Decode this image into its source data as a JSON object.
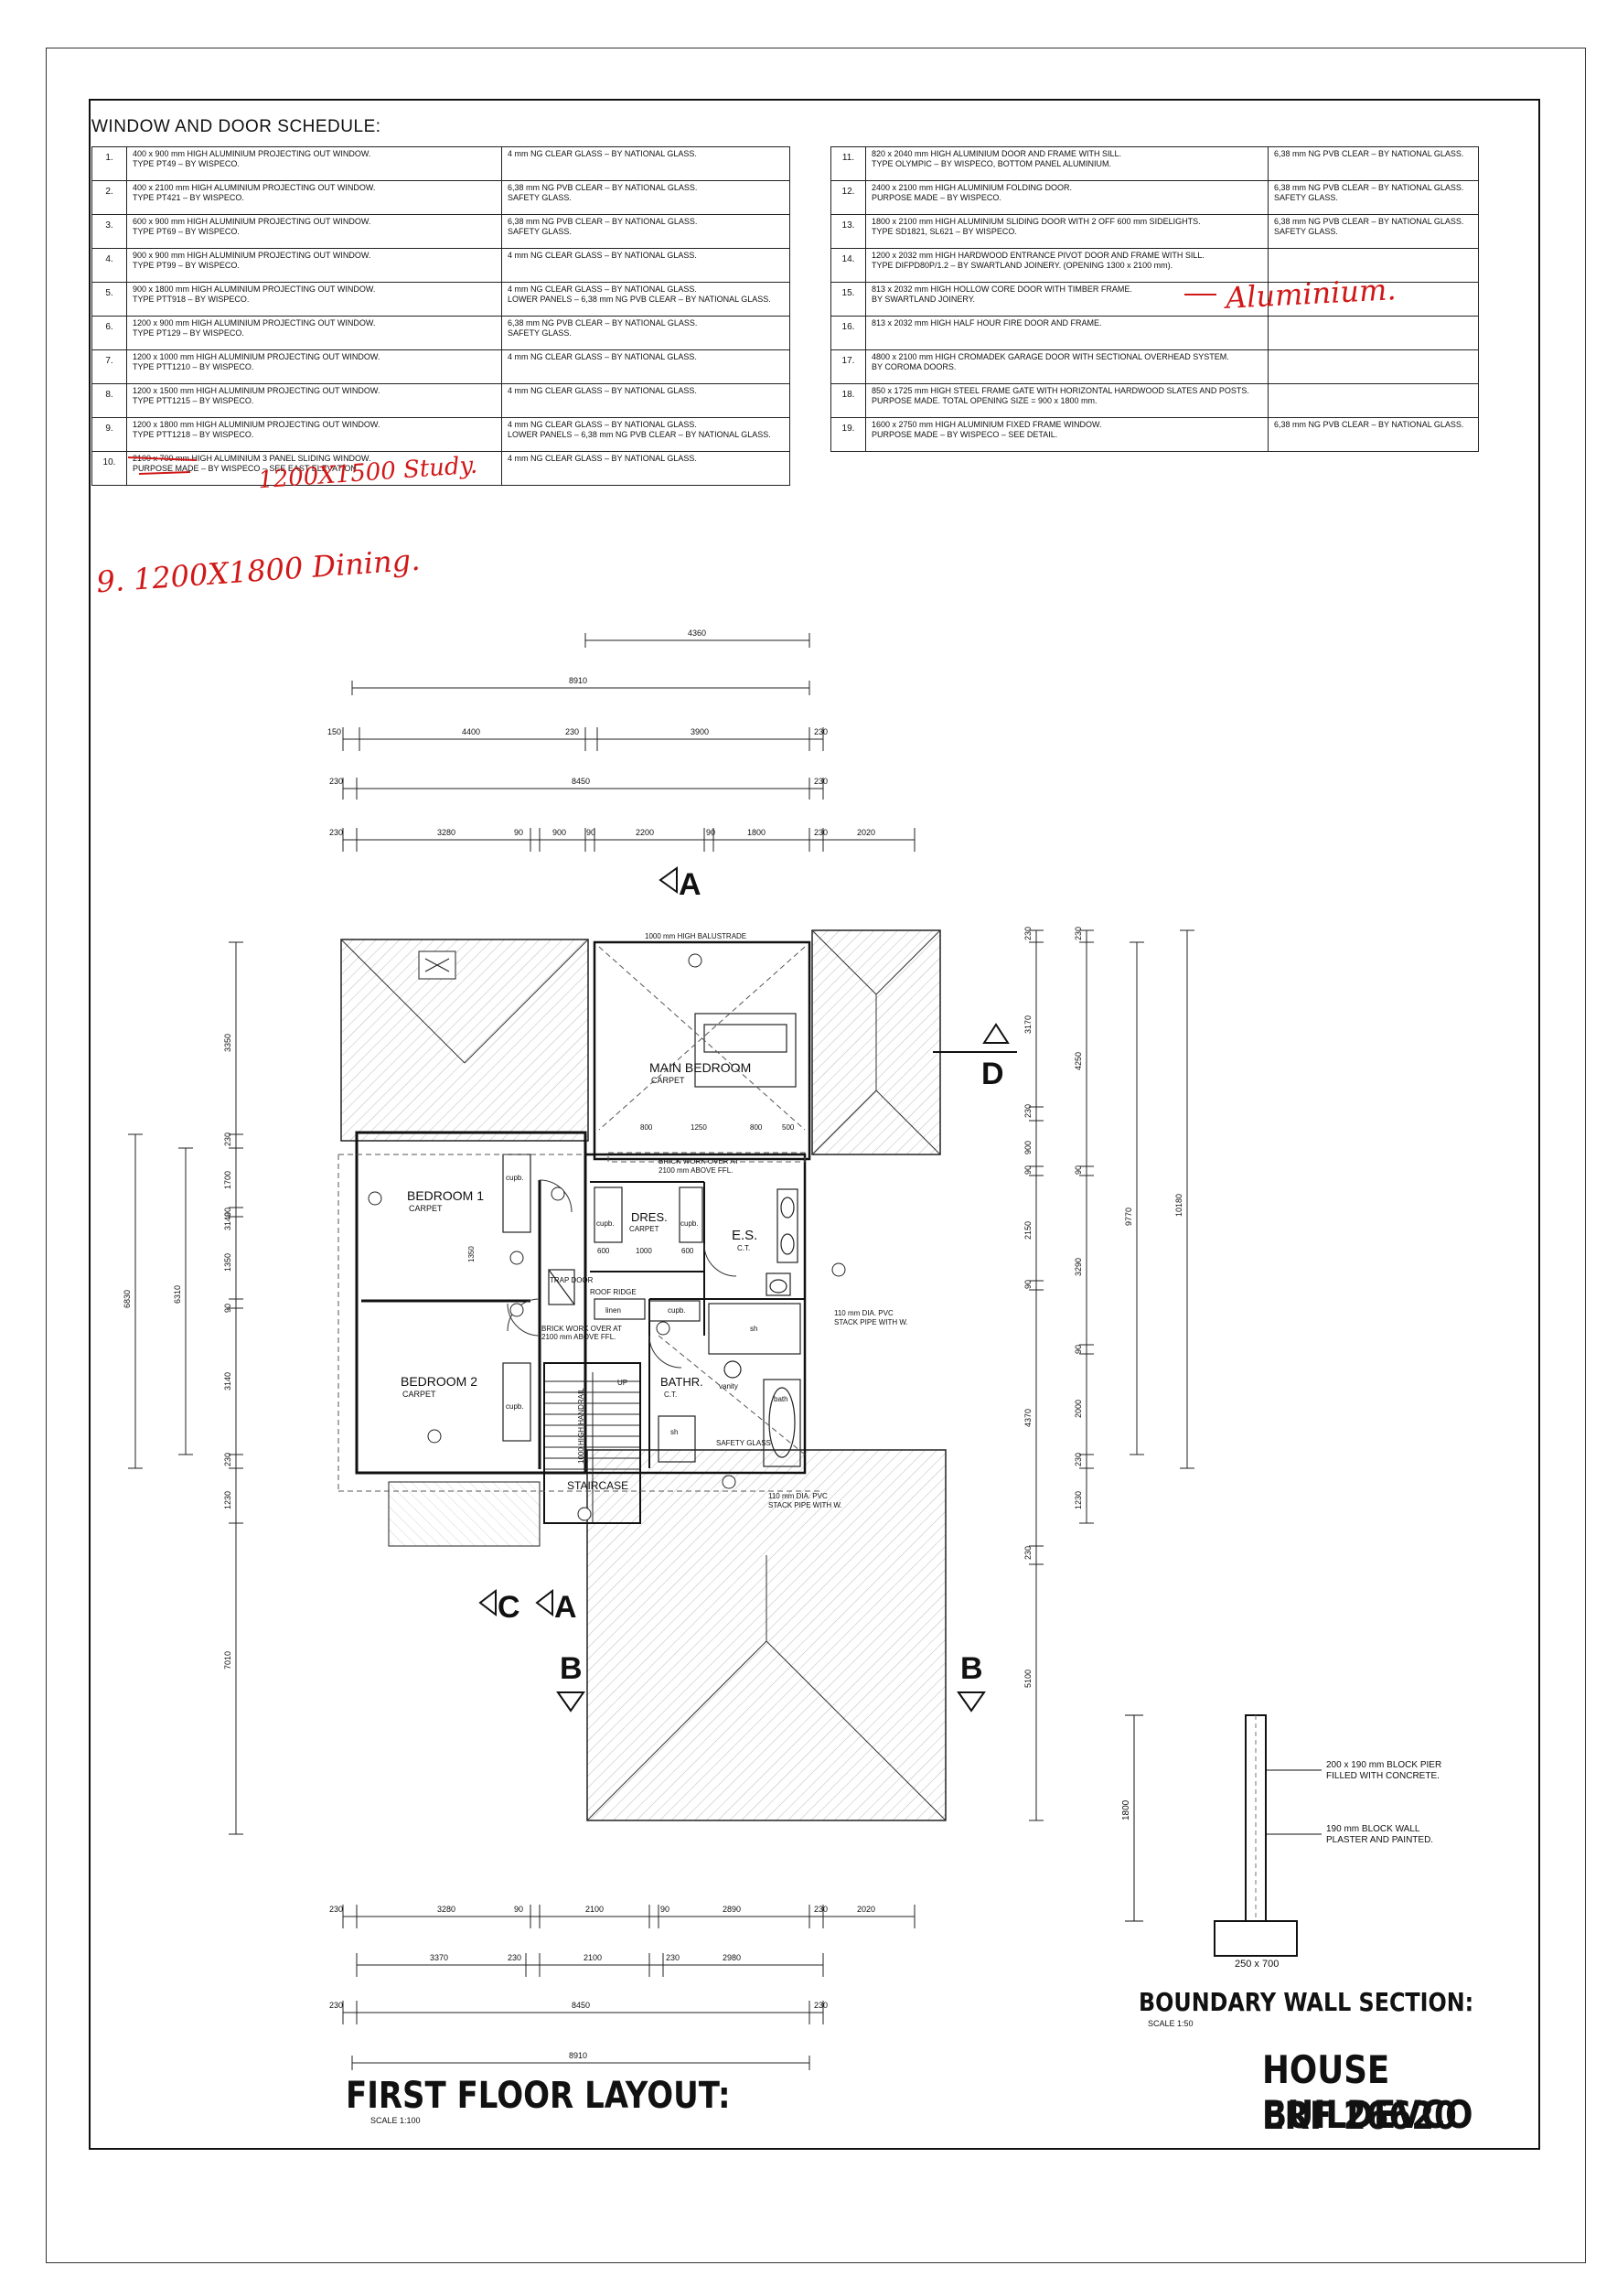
{
  "schedule": {
    "title": "WINDOW AND DOOR SCHEDULE:",
    "left": [
      {
        "num": "1.",
        "desc": "400 x 900 mm HIGH ALUMINIUM PROJECTING OUT WINDOW.",
        "desc2": "TYPE PT49 – BY WISPECO.",
        "glass": "4 mm NG CLEAR GLASS – BY NATIONAL GLASS.",
        "glass2": ""
      },
      {
        "num": "2.",
        "desc": "400 x 2100 mm HIGH ALUMINIUM PROJECTING OUT WINDOW.",
        "desc2": "TYPE PT421 – BY WISPECO.",
        "glass": "6,38 mm NG PVB CLEAR – BY NATIONAL GLASS.",
        "glass2": "SAFETY GLASS."
      },
      {
        "num": "3.",
        "desc": "600 x 900 mm HIGH ALUMINIUM PROJECTING OUT WINDOW.",
        "desc2": "TYPE PT69 – BY WISPECO.",
        "glass": "6,38 mm NG PVB CLEAR – BY NATIONAL GLASS.",
        "glass2": "SAFETY GLASS."
      },
      {
        "num": "4.",
        "desc": "900 x 900 mm HIGH ALUMINIUM PROJECTING OUT WINDOW.",
        "desc2": "TYPE PT99 – BY WISPECO.",
        "glass": "4 mm NG CLEAR GLASS – BY NATIONAL GLASS.",
        "glass2": ""
      },
      {
        "num": "5.",
        "desc": "900 x 1800 mm HIGH ALUMINIUM PROJECTING OUT WINDOW.",
        "desc2": "TYPE PTT918 – BY WISPECO.",
        "glass": "4 mm NG CLEAR GLASS – BY NATIONAL GLASS.",
        "glass2": "LOWER PANELS – 6,38 mm NG PVB CLEAR – BY NATIONAL GLASS."
      },
      {
        "num": "6.",
        "desc": "1200 x 900 mm HIGH ALUMINIUM PROJECTING OUT WINDOW.",
        "desc2": "TYPE PT129 – BY WISPECO.",
        "glass": "6,38 mm NG PVB CLEAR – BY NATIONAL GLASS.",
        "glass2": "SAFETY GLASS."
      },
      {
        "num": "7.",
        "desc": "1200 x 1000 mm HIGH ALUMINIUM PROJECTING OUT WINDOW.",
        "desc2": "TYPE PTT1210 – BY WISPECO.",
        "glass": "4 mm NG CLEAR GLASS – BY NATIONAL GLASS.",
        "glass2": ""
      },
      {
        "num": "8.",
        "desc": "1200 x 1500 mm HIGH ALUMINIUM PROJECTING OUT WINDOW.",
        "desc2": "TYPE PTT1215 – BY WISPECO.",
        "glass": "4 mm NG CLEAR GLASS – BY NATIONAL GLASS.",
        "glass2": ""
      },
      {
        "num": "9.",
        "desc": "1200 x 1800 mm HIGH ALUMINIUM PROJECTING OUT WINDOW.",
        "desc2": "TYPE PTT1218 – BY WISPECO.",
        "glass": "4 mm NG CLEAR GLASS – BY NATIONAL GLASS.",
        "glass2": "LOWER PANELS – 6,38 mm NG PVB CLEAR – BY NATIONAL GLASS."
      },
      {
        "num": "10.",
        "desc": "2100 x 700 mm HIGH ALUMINIUM 3 PANEL SLIDING WINDOW.",
        "desc2": "PURPOSE MADE – BY WISPECO – SEE EAST ELEVATION.",
        "glass": "4 mm NG CLEAR GLASS – BY NATIONAL GLASS.",
        "glass2": ""
      }
    ],
    "right": [
      {
        "num": "11.",
        "desc": "820 x 2040 mm HIGH ALUMINIUM DOOR AND FRAME WITH SILL.",
        "desc2": "TYPE OLYMPIC – BY WISPECO, BOTTOM PANEL ALUMINIUM.",
        "glass": "6,38 mm NG PVB CLEAR – BY NATIONAL GLASS.",
        "glass2": ""
      },
      {
        "num": "12.",
        "desc": "2400 x 2100 mm HIGH ALUMINIUM FOLDING DOOR.",
        "desc2": "PURPOSE MADE – BY WISPECO.",
        "glass": "6,38 mm NG PVB CLEAR – BY NATIONAL GLASS.",
        "glass2": "SAFETY GLASS."
      },
      {
        "num": "13.",
        "desc": "1800 x 2100 mm HIGH ALUMINIUM SLIDING DOOR WITH 2 OFF 600 mm SIDELIGHTS.",
        "desc2": "TYPE SD1821, SL621 – BY WISPECO.",
        "glass": "6,38 mm NG PVB CLEAR – BY NATIONAL GLASS.",
        "glass2": "SAFETY GLASS."
      },
      {
        "num": "14.",
        "desc": "1200 x 2032 mm HIGH HARDWOOD ENTRANCE PIVOT DOOR AND FRAME WITH SILL.",
        "desc2": "TYPE DIFPD80P/1.2 – BY SWARTLAND JOINERY. (OPENING 1300 x 2100 mm).",
        "glass": "",
        "glass2": ""
      },
      {
        "num": "15.",
        "desc": "813 x 2032 mm HIGH HOLLOW CORE DOOR WITH TIMBER FRAME.",
        "desc2": "BY SWARTLAND JOINERY.",
        "glass": "",
        "glass2": ""
      },
      {
        "num": "16.",
        "desc": "813 x 2032 mm HIGH HALF HOUR FIRE DOOR AND FRAME.",
        "desc2": "",
        "glass": "",
        "glass2": ""
      },
      {
        "num": "17.",
        "desc": "4800 x 2100 mm HIGH CROMADEK GARAGE DOOR WITH SECTIONAL OVERHEAD SYSTEM.",
        "desc2": "BY COROMA DOORS.",
        "glass": "",
        "glass2": ""
      },
      {
        "num": "18.",
        "desc": "850 x 1725 mm HIGH STEEL FRAME GATE WITH HORIZONTAL HARDWOOD SLATES AND POSTS.",
        "desc2": "PURPOSE MADE. TOTAL OPENING SIZE = 900 x 1800 mm.",
        "glass": "",
        "glass2": ""
      },
      {
        "num": "19.",
        "desc": "1600 x 2750 mm HIGH ALUMINIUM FIXED FRAME WINDOW.",
        "desc2": "PURPOSE MADE – BY WISPECO – SEE DETAIL.",
        "glass": "6,38 mm NG PVB CLEAR – BY NATIONAL GLASS.",
        "glass2": ""
      }
    ]
  },
  "handwriting": {
    "study": "1200X1500 Study.",
    "dining": "9. 1200X1800 Dining.",
    "aluminium": "Aluminium."
  },
  "plan": {
    "title": "FIRST FLOOR LAYOUT:",
    "scale": "SCALE 1:100",
    "rooms": {
      "main_bedroom": "MAIN BEDROOM",
      "bedroom1": "BEDROOM 1",
      "bedroom2": "BEDROOM 2",
      "dres": "DRES.",
      "es": "E.S.",
      "bathr": "BATHR.",
      "staircase": "STAIRCASE",
      "carpet": "CARPET",
      "ct": "C.T."
    },
    "labels": {
      "balustrade": "1000 mm HIGH BALUSTRADE",
      "brickwork1a": "BRICK WORK OVER AT",
      "brickwork1b": "2100 mm ABOVE FFL.",
      "brickwork2a": "BRICK WORK OVER AT",
      "brickwork2b": "2100 mm ABOVE FFL.",
      "stack1a": "110 mm DIA. PVC",
      "stack1b": "STACK PIPE WITH W.",
      "stack2a": "110 mm DIA. PVC",
      "stack2b": "STACK PIPE WITH W.",
      "cupb": "cupb.",
      "linen": "linen",
      "trap_door": "TRAP DOOR",
      "roof_ridge": "ROOF RIDGE",
      "sh": "sh",
      "bath": "bath",
      "vanity": "vanity",
      "safety_glass": "SAFETY GLASS",
      "up": "UP",
      "handrail": "1000 HIGH HANDRAIL",
      "wall_800": "800",
      "wall_1250": "1250",
      "wall_500": "500",
      "dres_600a": "600",
      "dres_1000": "1000",
      "dres_600b": "600",
      "bed1_1350": "1350"
    },
    "sections": {
      "a": "A",
      "b": "B",
      "c": "C",
      "d": "D"
    },
    "dims_top": {
      "r1": [
        "4360"
      ],
      "r2": [
        "8910"
      ],
      "r3": [
        "150",
        "4400",
        "230",
        "3900",
        "230"
      ],
      "r4": [
        "230",
        "8450",
        "230"
      ],
      "r5": [
        "230",
        "3280",
        "90",
        "900",
        "90",
        "2200",
        "90",
        "1800",
        "230",
        "2020"
      ]
    },
    "dims_bottom": {
      "r1": [
        "230",
        "3280",
        "90",
        "2100",
        "90",
        "2890",
        "230",
        "2020"
      ],
      "r2": [
        "3370",
        "230",
        "2100",
        "230",
        "2980"
      ],
      "r3": [
        "230",
        "8450",
        "230"
      ],
      "r4": [
        "8910"
      ]
    },
    "dims_left": {
      "a": [
        "3350",
        "230",
        "1700",
        "90",
        "3140",
        "1350",
        "90",
        "3140",
        "230",
        "1230"
      ],
      "b": [
        "6830"
      ],
      "c": [
        "6310"
      ],
      "d": [
        "7010"
      ]
    },
    "dims_right": {
      "a": [
        "230",
        "3170",
        "230",
        "900",
        "90",
        "2150",
        "90",
        "4370",
        "230"
      ],
      "b": [
        "230",
        "4250",
        "90",
        "3290",
        "90",
        "2000",
        "230",
        "1230"
      ],
      "c": [
        "9770"
      ],
      "d": [
        "10180"
      ],
      "e": [
        "5100"
      ]
    }
  },
  "wall_section": {
    "title": "BOUNDARY WALL SECTION:",
    "scale": "SCALE 1:50",
    "label1a": "200 x 190 mm BLOCK PIER",
    "label1b": "FILLED WITH CONCRETE.",
    "label2a": "190 mm BLOCK WALL",
    "label2b": "PLASTER AND PAINTED.",
    "height": "1800",
    "footing": "250 x 700"
  },
  "title_block": {
    "line1": "HOUSE BUILDEVCO",
    "line2": "ERF 26620"
  },
  "colors": {
    "ink": "#111111",
    "red_markup": "#d01818"
  }
}
